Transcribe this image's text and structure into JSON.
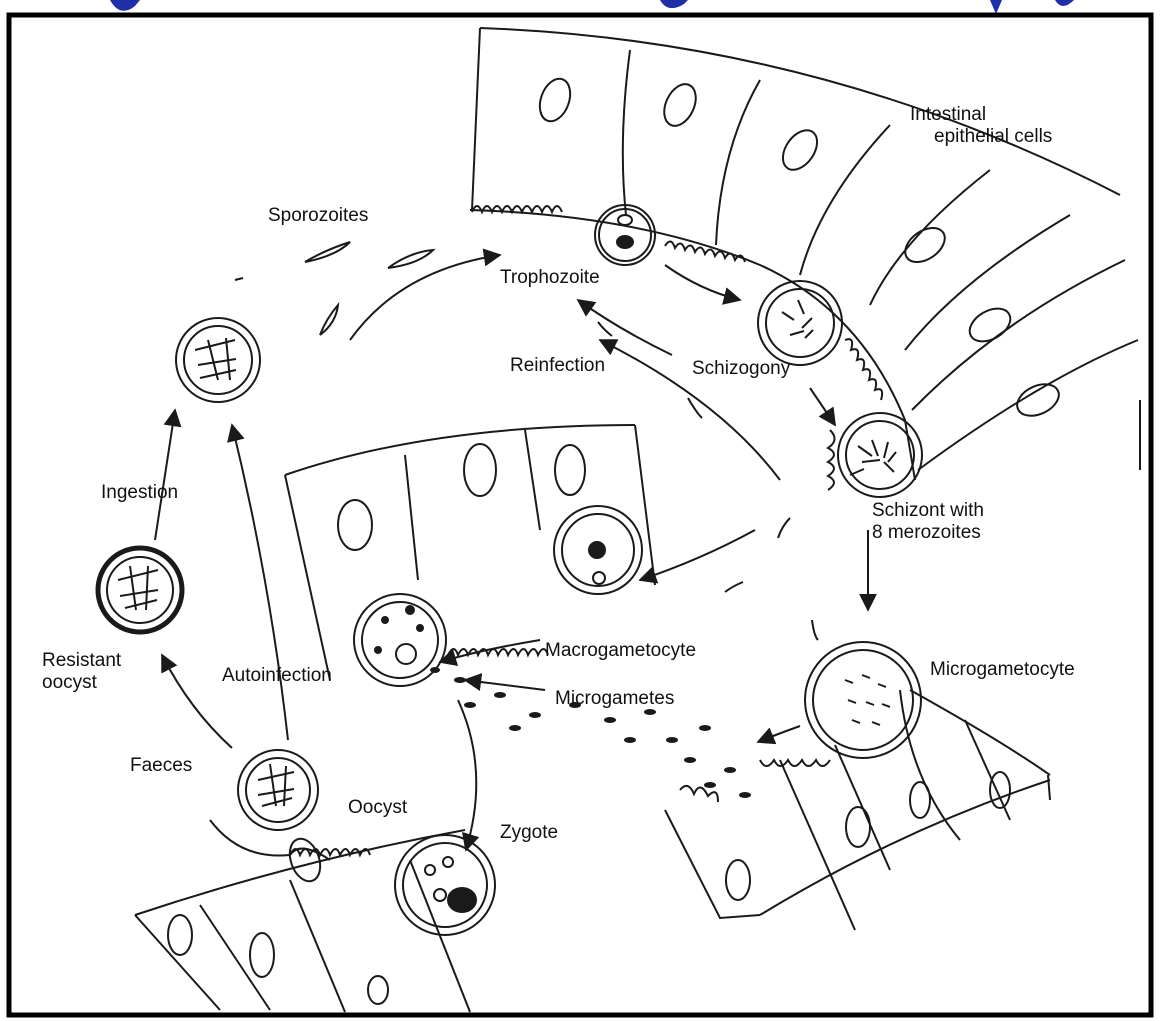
{
  "colors": {
    "frame": "#000000",
    "title_partial": "#1f2fa8",
    "ink": "#1a1a1a",
    "background": "#ffffff"
  },
  "labels": {
    "intestinal_epithelial_cells": [
      "Intestinal",
      "epithelial cells"
    ],
    "sporozoites": "Sporozoites",
    "trophozoite": "Trophozoite",
    "reinfection": "Reinfection",
    "schizogony": "Schizogony",
    "schizont_with_merozoites": [
      "Schizont with",
      "8 merozoites"
    ],
    "ingestion": "Ingestion",
    "macrogametocyte": "Macrogametocyte",
    "microgametes": "Microgametes",
    "microgametocyte": "Microgametocyte",
    "resistant_oocyst": [
      "Resistant",
      "oocyst"
    ],
    "autoinfection": "Autoinfection",
    "faeces": "Faeces",
    "oocyst": "Oocyst",
    "zygote": "Zygote"
  }
}
